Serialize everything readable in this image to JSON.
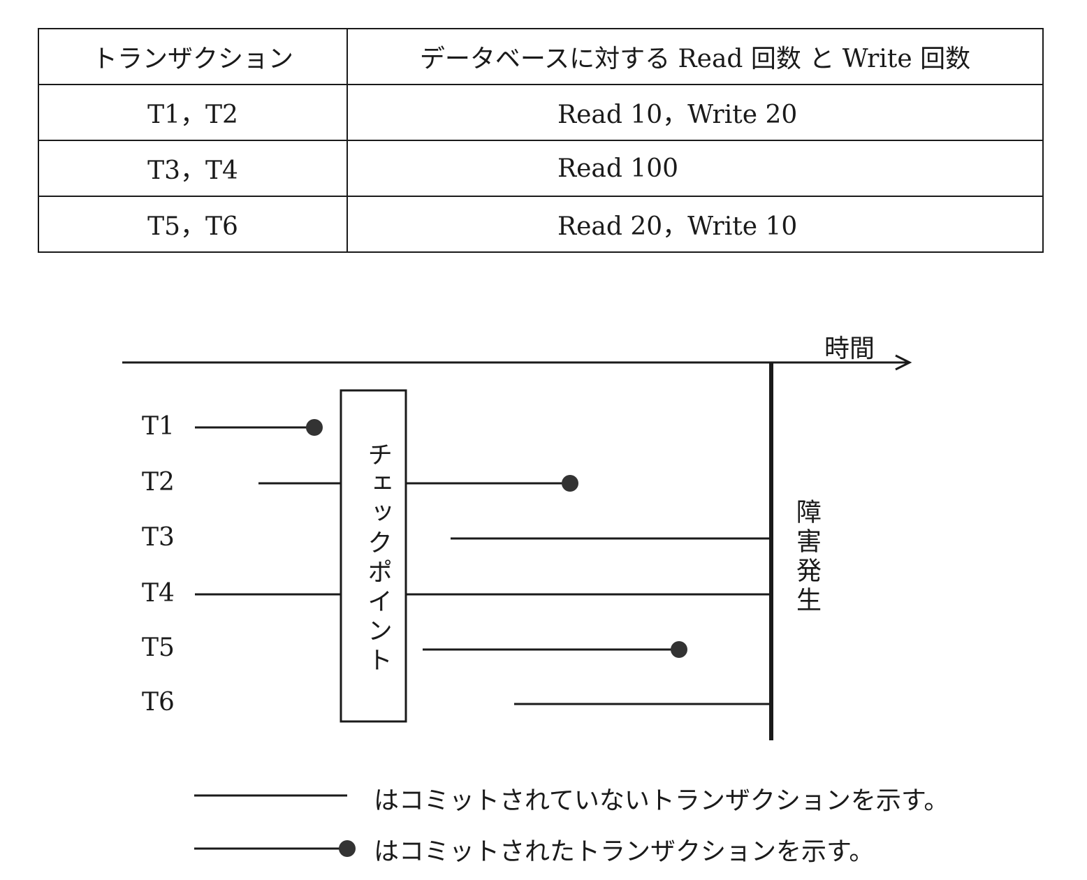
{
  "table": {
    "headers": [
      "トランザクション",
      "データベースに対する Read 回数 と Write 回数"
    ],
    "rows": [
      {
        "transactions": "T1，T2",
        "operations": "Read 10，Write 20"
      },
      {
        "transactions": "T3，T4",
        "operations": "Read 100"
      },
      {
        "transactions": "T5，T6",
        "operations": "Read 20，Write 10"
      }
    ]
  },
  "diagram": {
    "time_axis_label": "時間",
    "checkpoint_label": "チェックポイント",
    "failure_label": "障害発生",
    "transactions": [
      {
        "label": "T1",
        "committed": true
      },
      {
        "label": "T2",
        "committed": true
      },
      {
        "label": "T3",
        "committed": false
      },
      {
        "label": "T4",
        "committed": false
      },
      {
        "label": "T5",
        "committed": true
      },
      {
        "label": "T6",
        "committed": false
      }
    ]
  },
  "legend": {
    "uncommitted": "はコミットされていないトランザクションを示す。",
    "committed": "はコミットされたトランザクションを示す。"
  }
}
